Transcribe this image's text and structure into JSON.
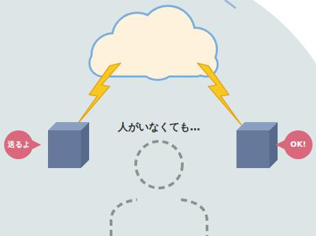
{
  "diagram": {
    "nodes": [
      {
        "text": [
          "送るよ"
        ]
      },
      {
        "text": [
          "OK!"
        ]
      }
    ],
    "labels": [
      "人がいなくても…"
    ]
  }
}
